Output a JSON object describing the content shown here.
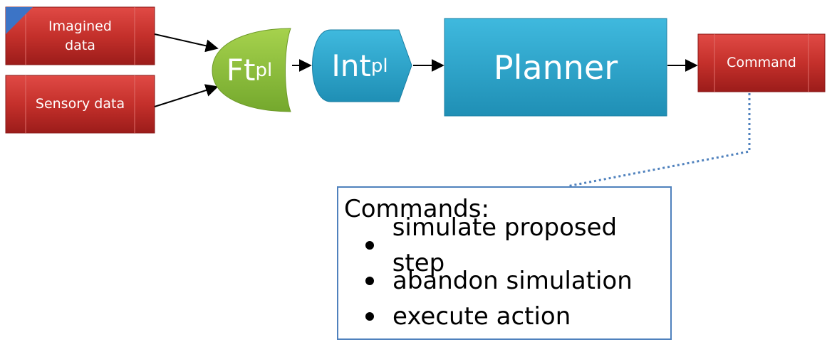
{
  "nodes": {
    "imagined": {
      "label": "Imagined data",
      "line1": "Imagined",
      "line2": "data"
    },
    "sensory": {
      "label": "Sensory data"
    },
    "ft": {
      "base": "Ft",
      "sub": "pl"
    },
    "int": {
      "base": "Int",
      "sub": "pl"
    },
    "planner": {
      "label": "Planner"
    },
    "command": {
      "label": "Command"
    }
  },
  "callout": {
    "title": "Commands:",
    "items": [
      "simulate proposed step",
      "abandon simulation",
      "execute action"
    ]
  },
  "colors": {
    "red": "#c0302e",
    "green": "#8cc13f",
    "teal": "#2aa2c8",
    "blue_border": "#4f81bd"
  }
}
